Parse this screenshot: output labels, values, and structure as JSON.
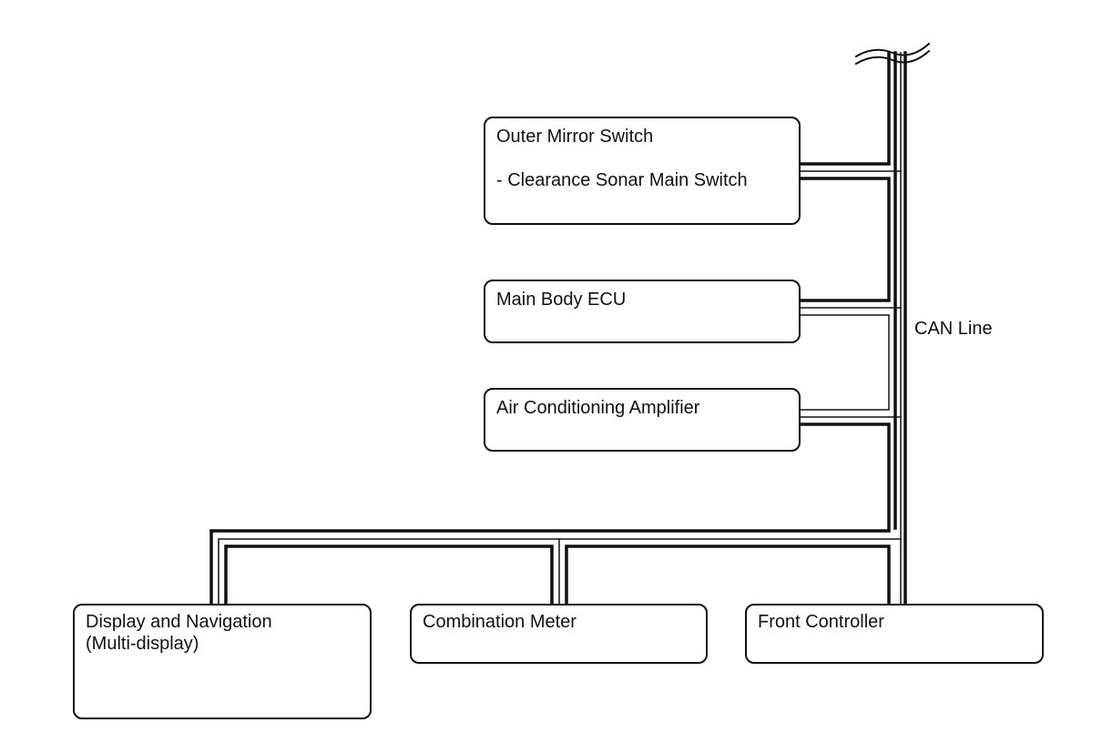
{
  "diagram": {
    "bus_label": "CAN Line",
    "nodes": {
      "outer_mirror": {
        "title": "Outer Mirror Switch",
        "subtitle": "- Clearance Sonar Main Switch"
      },
      "main_body_ecu": {
        "title": "Main Body ECU"
      },
      "ac_amplifier": {
        "title": "Air Conditioning Amplifier"
      },
      "display_nav": {
        "title": "Display and Navigation",
        "subtitle": "(Multi-display)"
      },
      "combination_meter": {
        "title": "Combination Meter"
      },
      "front_controller": {
        "title": "Front Controller"
      }
    }
  }
}
